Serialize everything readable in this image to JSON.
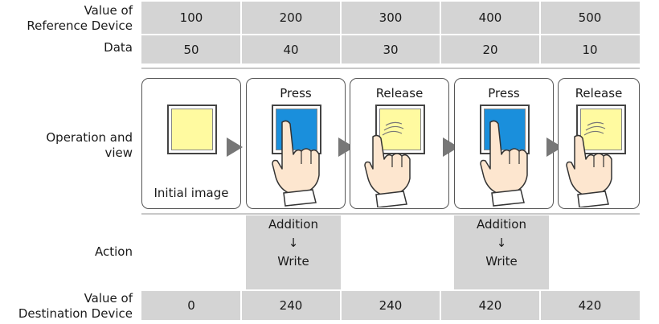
{
  "row_labels": {
    "reference_line1": "Value of",
    "reference_line2": "Reference Device",
    "data": "Data",
    "operation_line1": "Operation and",
    "operation_line2": "view",
    "action": "Action",
    "destination_line1": "Value of",
    "destination_line2": "Destination Device"
  },
  "reference_values": [
    "100",
    "200",
    "300",
    "400",
    "500"
  ],
  "data_values": [
    "50",
    "40",
    "30",
    "20",
    "10"
  ],
  "panels": [
    {
      "caption": "Initial image",
      "state": "initial"
    },
    {
      "caption": "Press",
      "state": "press"
    },
    {
      "caption": "Release",
      "state": "release"
    },
    {
      "caption": "Press",
      "state": "press"
    },
    {
      "caption": "Release",
      "state": "release"
    }
  ],
  "actions": [
    {
      "line1": "",
      "arrow": "",
      "line2": ""
    },
    {
      "line1": "Addition",
      "arrow": "↓",
      "line2": "Write"
    },
    {
      "line1": "",
      "arrow": "",
      "line2": ""
    },
    {
      "line1": "Addition",
      "arrow": "↓",
      "line2": "Write"
    },
    {
      "line1": "",
      "arrow": "",
      "line2": ""
    }
  ],
  "destination_values": [
    "0",
    "240",
    "240",
    "420",
    "420"
  ],
  "colors": {
    "cell_background": "#d4d4d4",
    "button_initial": "#fffaa0",
    "button_pressed": "#1a8fdc",
    "arrow": "#777777"
  },
  "icons": [
    "hand-pointer-icon",
    "push-button-icon",
    "step-arrow-icon"
  ]
}
